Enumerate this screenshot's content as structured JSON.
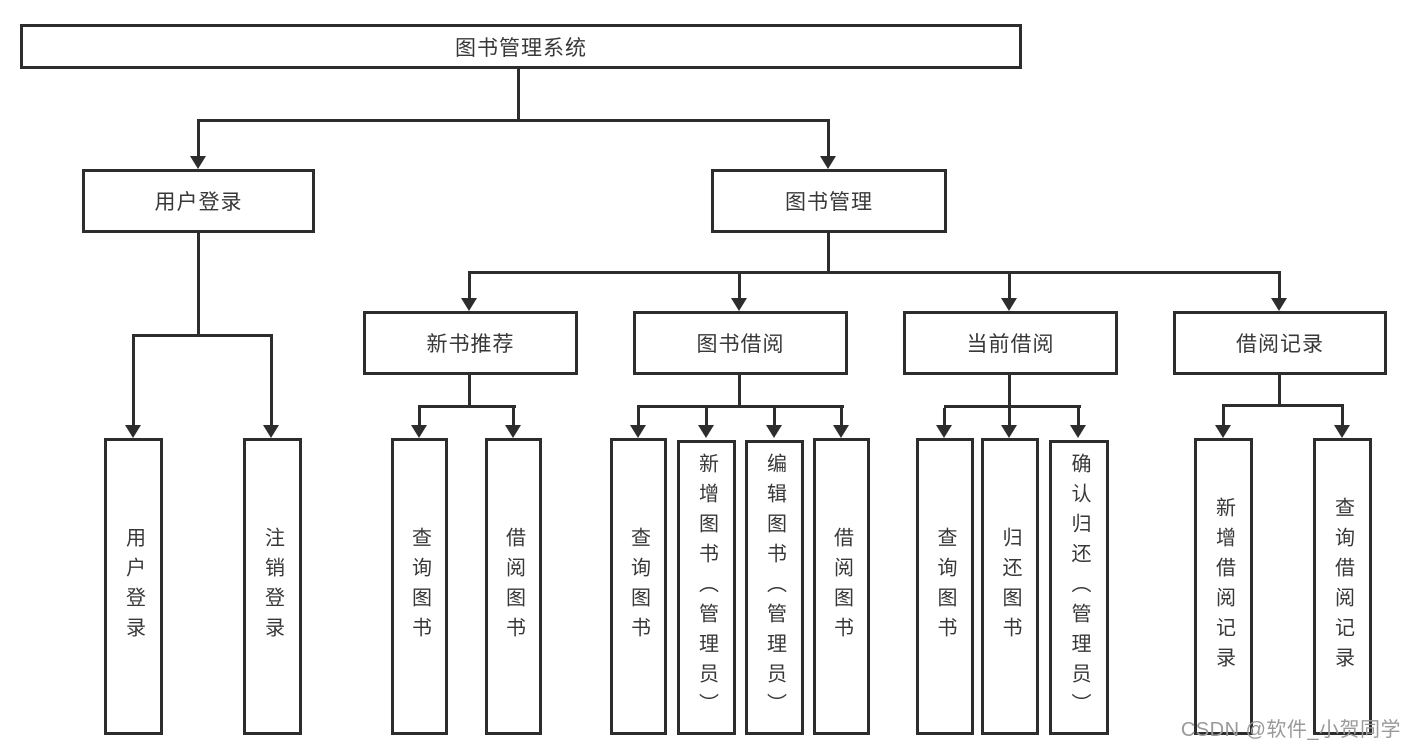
{
  "diagram_title": "图书管理系统",
  "nodes": {
    "root": {
      "label": "图书管理系统"
    },
    "level2": {
      "user_login": {
        "label": "用户登录"
      },
      "book_mgmt": {
        "label": "图书管理"
      }
    },
    "level3": {
      "new_book_rec": {
        "label": "新书推荐"
      },
      "book_borrow": {
        "label": "图书借阅"
      },
      "current_borrow": {
        "label": "当前借阅"
      },
      "borrow_records": {
        "label": "借阅记录"
      }
    },
    "leaves": {
      "login_user_login": {
        "label": "用户登录"
      },
      "login_logout": {
        "label": "注销登录"
      },
      "rec_query_book": {
        "label": "查询图书"
      },
      "rec_borrow_book": {
        "label": "借阅图书"
      },
      "bb_query_book": {
        "label": "查询图书"
      },
      "bb_add_book": {
        "label": "新增图书（管理员）"
      },
      "bb_edit_book": {
        "label": "编辑图书（管理员）"
      },
      "bb_borrow_book": {
        "label": "借阅图书"
      },
      "cb_query_book": {
        "label": "查询图书"
      },
      "cb_return_book": {
        "label": "归还图书"
      },
      "cb_confirm_return": {
        "label": "确认归还（管理员）"
      },
      "br_add_record": {
        "label": "新增借阅记录"
      },
      "br_query_record": {
        "label": "查询借阅记录"
      }
    }
  },
  "watermark": {
    "text": "CSDN @软件_小贺同学"
  },
  "colors": {
    "line": "#2d2d2d",
    "text": "#383838",
    "watermark": "#9a9a9a",
    "background": "#ffffff"
  }
}
